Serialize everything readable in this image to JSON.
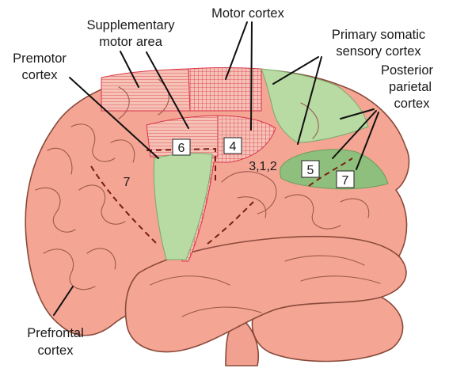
{
  "labels": {
    "supplementary_motor_area_line1": "Supplementary",
    "supplementary_motor_area_line2": "motor area",
    "motor_cortex": "Motor cortex",
    "primary_somatic_line1": "Primary somatic",
    "primary_somatic_line2": "sensory cortex",
    "premotor_line1": "Premotor",
    "premotor_line2": "cortex",
    "posterior_parietal_line1": "Posterior",
    "posterior_parietal_line2": "parietal",
    "posterior_parietal_line3": "cortex",
    "prefrontal_line1": "Prefrontal",
    "prefrontal_line2": "cortex"
  },
  "areas": {
    "area_6": "6",
    "area_4": "4",
    "area_312": "3,1,2",
    "area_7_frontal": "7",
    "area_5": "5",
    "area_7_parietal": "7"
  },
  "colors": {
    "brain": "#f4a594",
    "brain_outline": "#8a4a3a",
    "motor_red": "#d8344a",
    "sensory_green": "#b7dba3",
    "parietal_green": "#8fbf7c",
    "gyrus_line": "#9c5a4a"
  }
}
